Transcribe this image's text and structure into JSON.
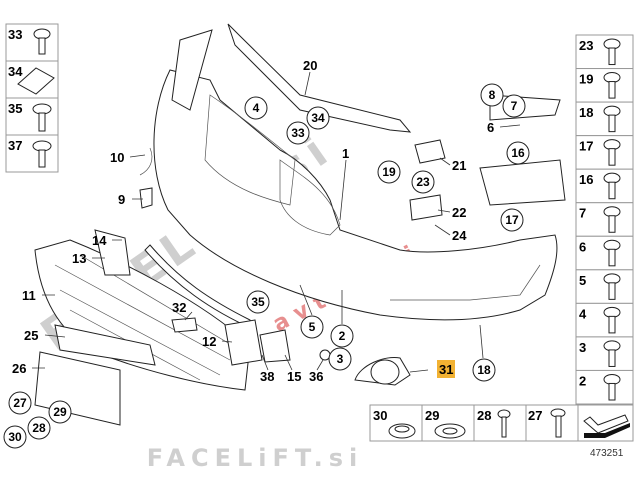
{
  "diagram_id": "473251",
  "watermark_bottom": "FACELiFT.si",
  "watermark_diagonal": "FACELiFT.si",
  "watermark_red": "avtodeli",
  "highlight_color": "#f2b233",
  "left_legend": [
    "33",
    "34",
    "35",
    "37"
  ],
  "right_legend": [
    "23",
    "19",
    "18",
    "17",
    "16",
    "7",
    "6",
    "5",
    "4",
    "3",
    "2"
  ],
  "bottom_legend": [
    "30",
    "29",
    "28",
    "27"
  ],
  "callouts_plain": [
    "20",
    "1",
    "21",
    "22",
    "24",
    "10",
    "9",
    "14",
    "13",
    "11",
    "25",
    "32",
    "12",
    "26",
    "38",
    "15",
    "36",
    "6"
  ],
  "callouts_circled": [
    "4",
    "33",
    "34",
    "8",
    "7",
    "16",
    "19",
    "23",
    "17",
    "35",
    "5",
    "2",
    "3",
    "18",
    "27",
    "29",
    "28",
    "30"
  ],
  "highlighted_part": "31"
}
